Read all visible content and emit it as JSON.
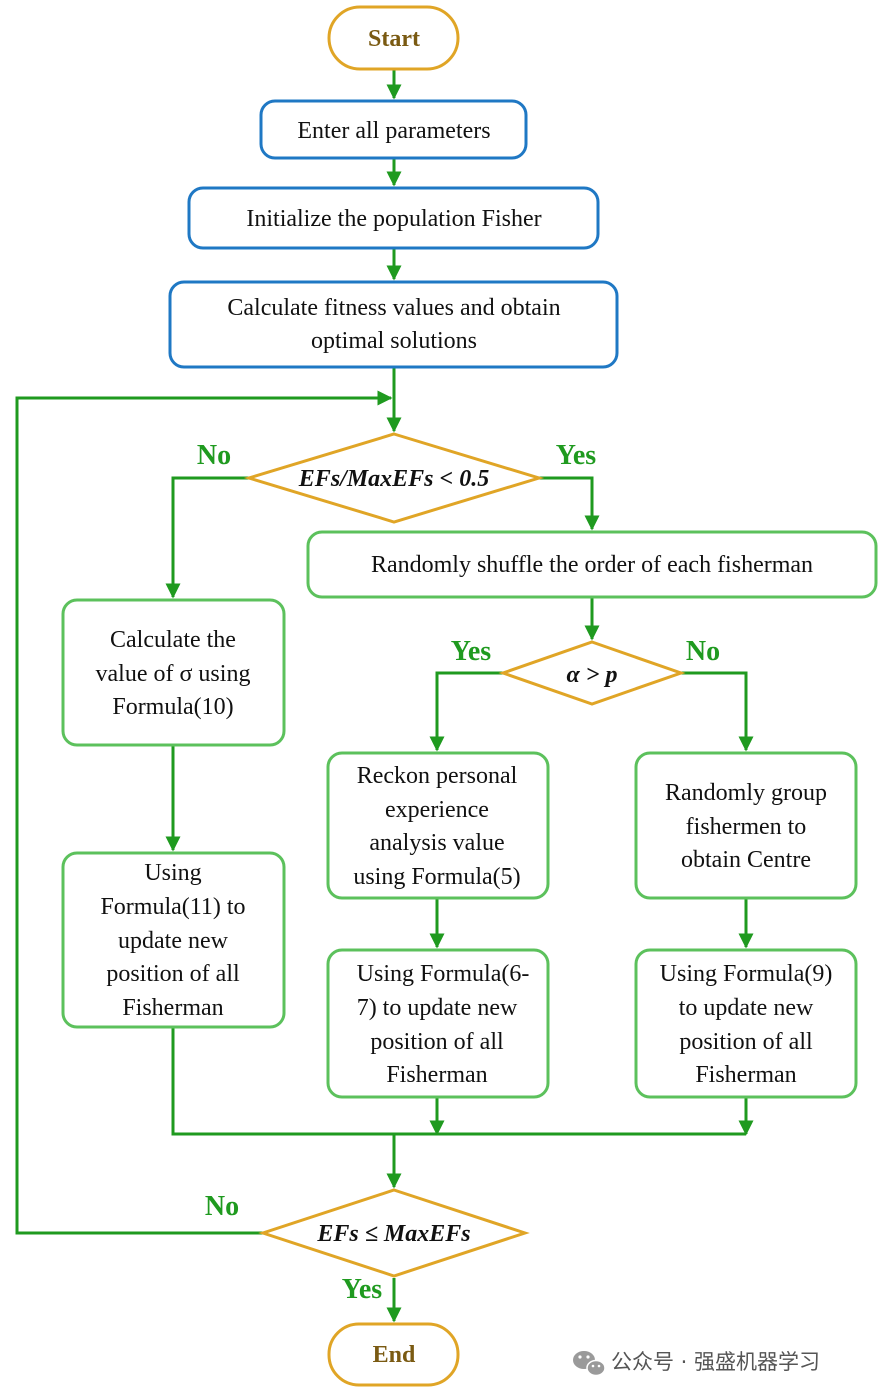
{
  "start": "Start",
  "enter_params": "Enter all parameters",
  "init_population": "Initialize the population Fisher",
  "calc_fitness": [
    "Calculate fitness values and obtain",
    "optimal solutions"
  ],
  "cond1": "EFs/MaxEFs < 0.5",
  "cond1_no": "No",
  "cond1_yes": "Yes",
  "shuffle": "Randomly shuffle the order of each fisherman",
  "calc_sigma": [
    "Calculate the",
    "value of σ using",
    "Formula(10)"
  ],
  "update_11": [
    "Using",
    "Formula(11) to",
    "update new",
    "position of all",
    "Fisherman"
  ],
  "cond2": "α > p",
  "cond2_yes": "Yes",
  "cond2_no": "No",
  "reckon": [
    "Reckon personal",
    "experience",
    "analysis value",
    "using Formula(5)"
  ],
  "update_67": [
    "Using Formula(6-",
    "7) to update new",
    "position of all",
    "Fisherman"
  ],
  "group": [
    "Randomly group",
    "fishermen to",
    "obtain Centre"
  ],
  "update_9": [
    "Using Formula(9)",
    "to update new",
    "position of all",
    "Fisherman"
  ],
  "cond3": "EFs ≤ MaxEFs",
  "cond3_no": "No",
  "cond3_yes": "Yes",
  "end": "End",
  "watermark": "公众号 · 强盛机器学习",
  "watermark_icon": "wechat-icon"
}
